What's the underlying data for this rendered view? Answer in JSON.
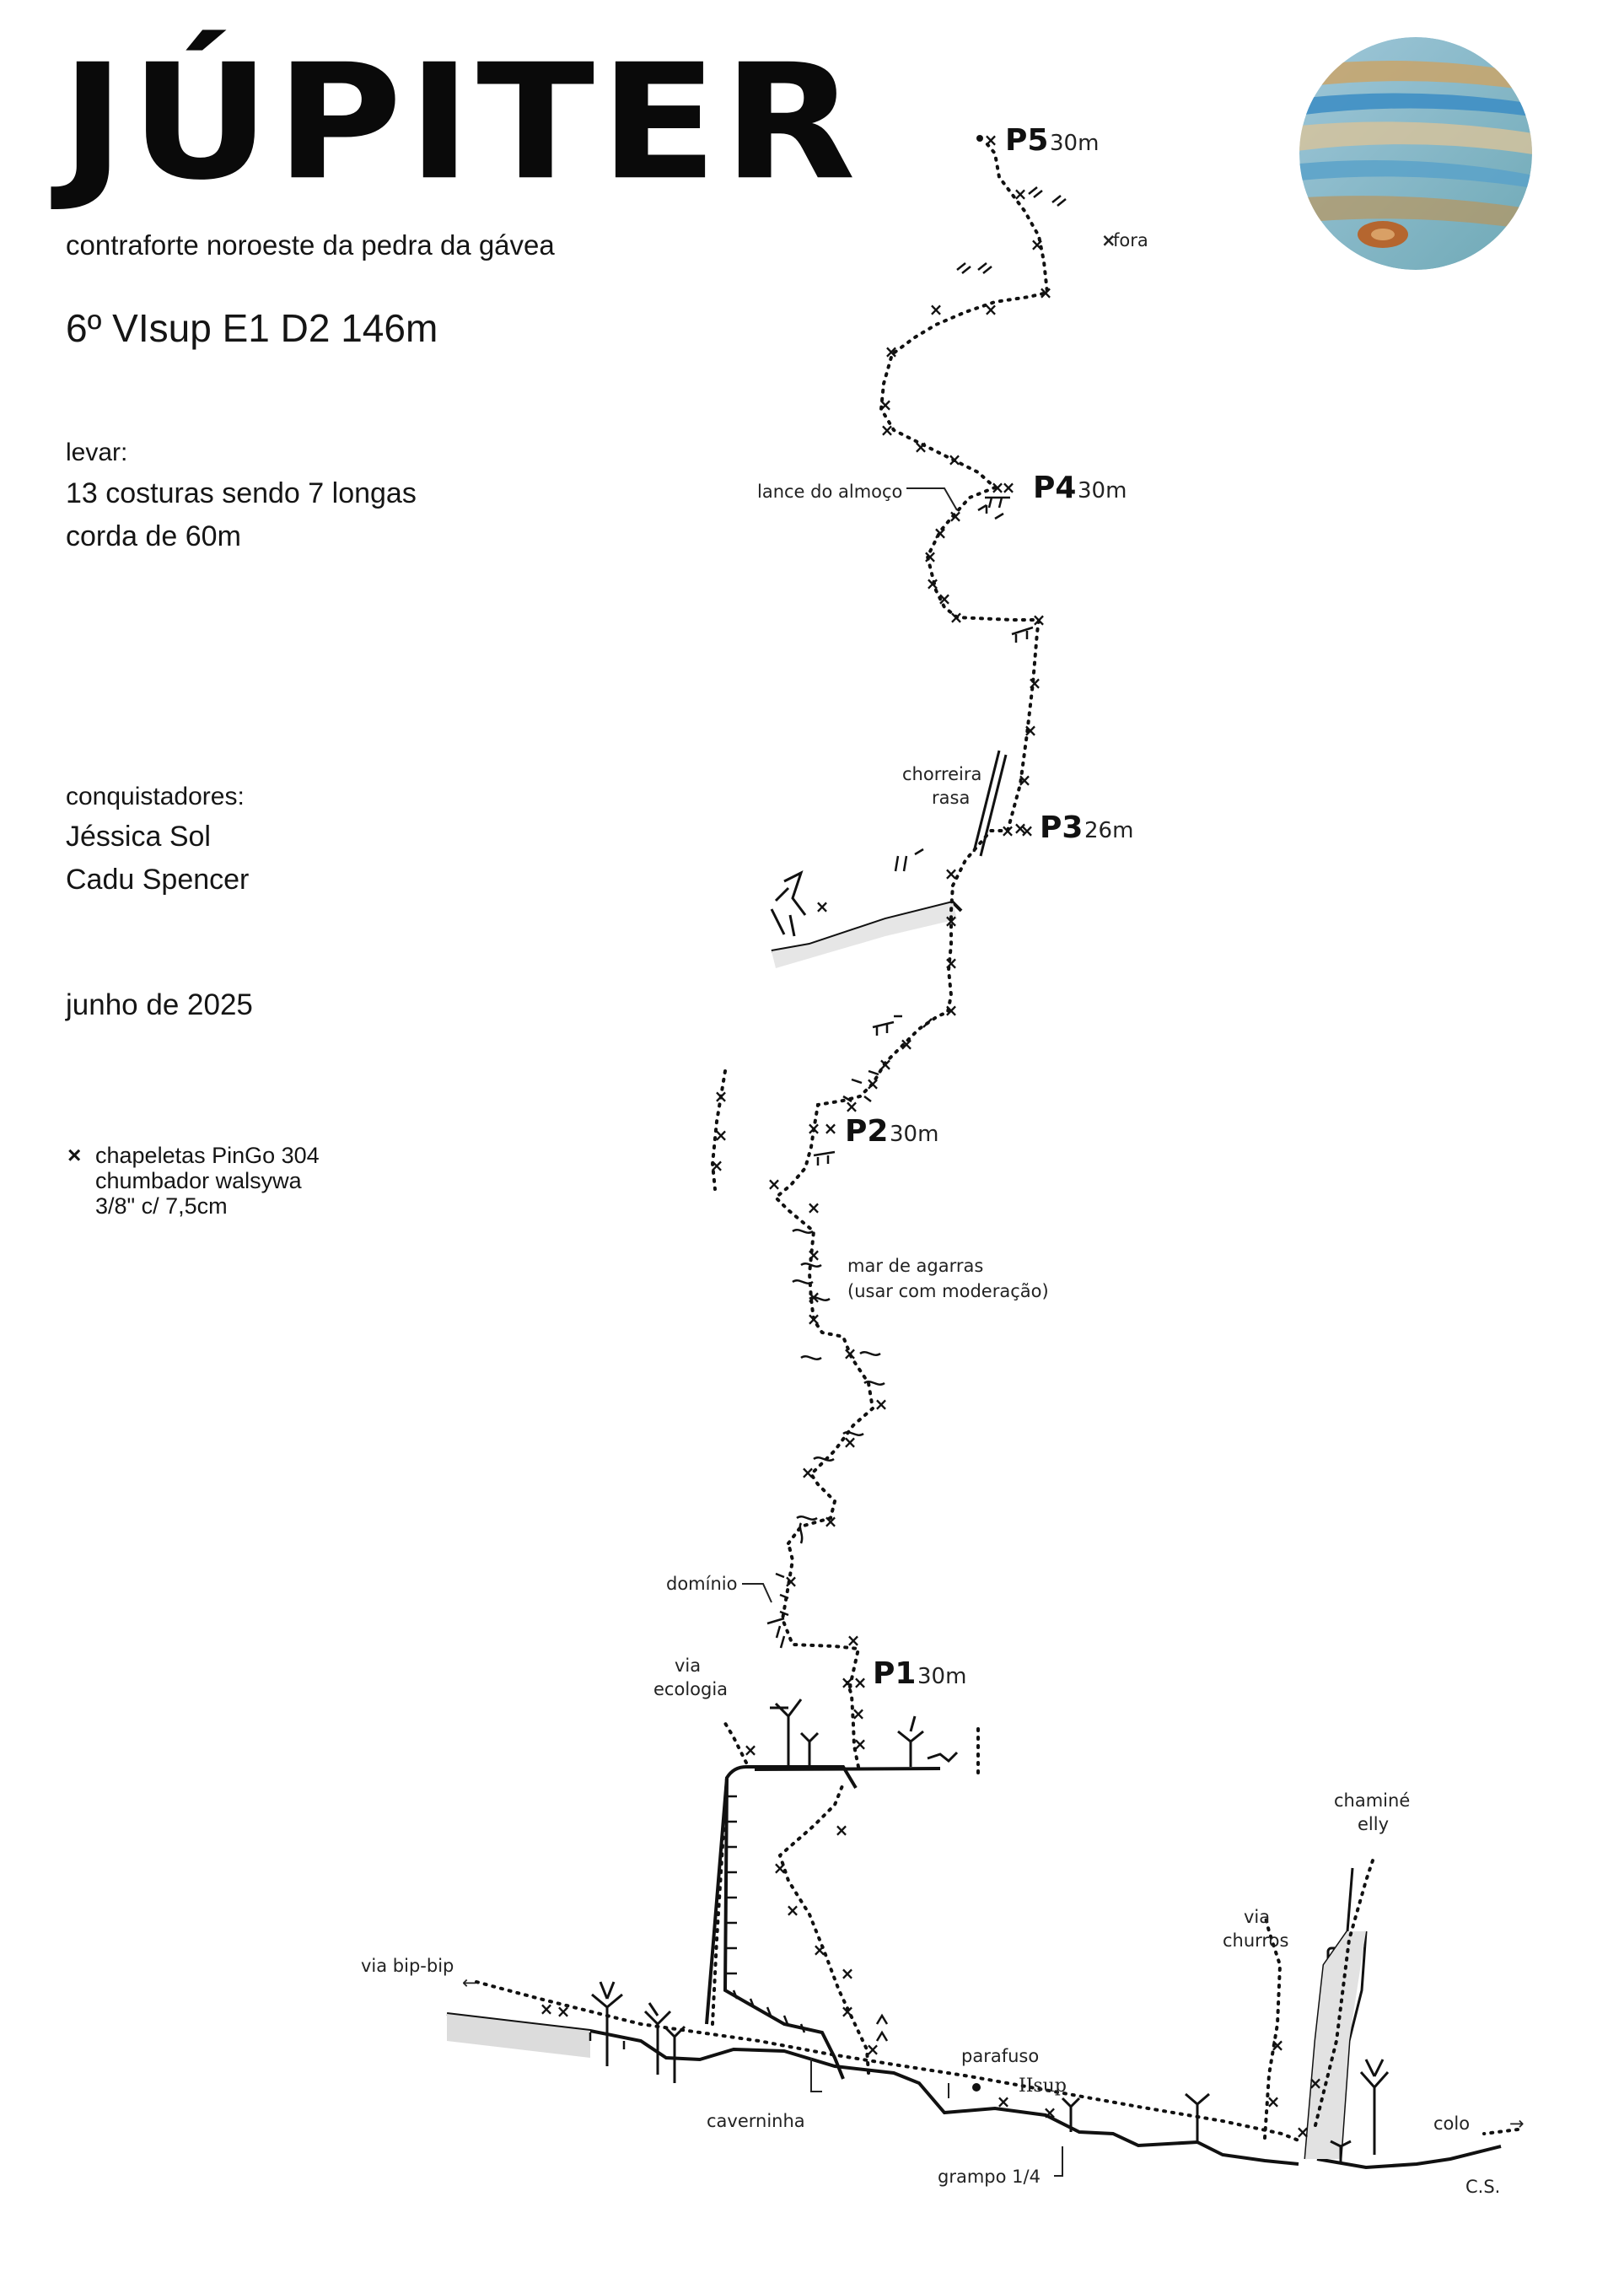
{
  "header": {
    "title": "JÚPITER",
    "subtitle": "contraforte noroeste da pedra da gávea",
    "grade": "6º VIsup E1 D2 146m"
  },
  "gear": {
    "label": "levar:",
    "items": [
      "13 costuras sendo 7 longas",
      "corda de 60m"
    ]
  },
  "first_ascent": {
    "label": "conquistadores:",
    "climbers": [
      "Jéssica Sol",
      "Cadu Spencer"
    ],
    "date": "junho de 2025"
  },
  "legend": {
    "symbol": "×",
    "lines": [
      "chapeletas PinGo 304",
      "chumbador walsywa",
      "3/8\" c/ 7,5cm"
    ]
  },
  "pitches": [
    {
      "name": "P1",
      "length": "30m"
    },
    {
      "name": "P2",
      "length": "30m"
    },
    {
      "name": "P3",
      "length": "26m"
    },
    {
      "name": "P4",
      "length": "30m"
    },
    {
      "name": "P5",
      "length": "30m"
    }
  ],
  "annotations": {
    "fora": "fora",
    "lance_almoco": "lance do almoço",
    "chorreira": [
      "chorreira",
      "rasa"
    ],
    "mar_agarras": [
      "mar de agarras",
      "(usar com moderação)"
    ],
    "dominio": "domínio",
    "via_ecologia": [
      "via",
      "ecologia"
    ],
    "chamine": [
      "chaminé",
      "elly"
    ],
    "via_churros": [
      "via",
      "churros"
    ],
    "via_bipbip": "via bip-bip",
    "parafuso": "parafuso",
    "iisup": "IIsup",
    "caverninha": "caverninha",
    "grampo": "grampo 1/4",
    "colo": "colo",
    "author": "C.S."
  },
  "colors": {
    "ink": "#111111",
    "planet_blue": "#3f8fc4",
    "planet_tan": "#c9a46a"
  }
}
